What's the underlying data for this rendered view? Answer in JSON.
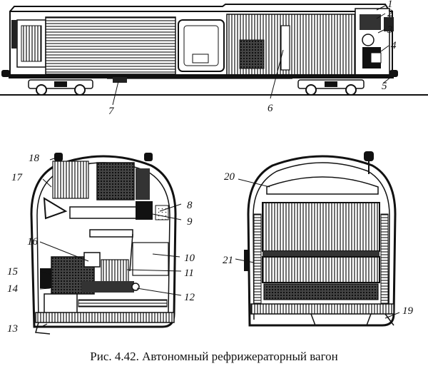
{
  "figure": {
    "caption": "Рис. 4.42. Автономный рефрижераторный вагон",
    "labels": {
      "l1": "1",
      "l2": "2",
      "l3": "3",
      "l4": "4",
      "l5": "5",
      "l6": "6",
      "l7": "7",
      "l8": "8",
      "l9": "9",
      "l10": "10",
      "l11": "11",
      "l12": "12",
      "l13": "13",
      "l14": "14",
      "l15": "15",
      "l16": "16",
      "l17": "17",
      "l18": "18",
      "l19": "19",
      "l20": "20",
      "l21": "21"
    }
  }
}
